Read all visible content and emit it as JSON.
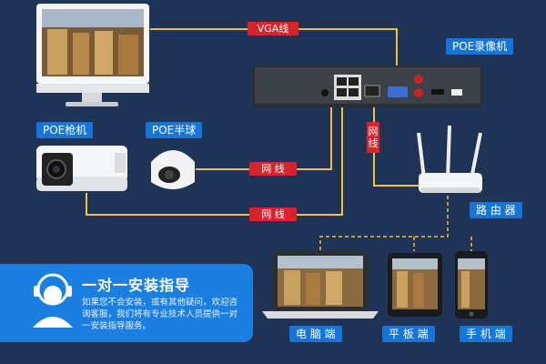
{
  "labels": {
    "vga_cable": "VGA线",
    "nvr": "POE录像机",
    "poe_bullet": "POE枪机",
    "poe_dome": "POE半球",
    "net_cable_1": "网 线",
    "net_cable_2": "网 线",
    "net_cable_vertical": "网线",
    "router": "路 由 器",
    "pc": "电 脑 端",
    "tablet": "平 板 端",
    "phone": "手 机 端"
  },
  "help": {
    "title": "一对一安装指导",
    "text": "如果您不会安装，或有其他疑问，欢迎咨询客服，我们将有专业技术人员提供一对一安装指导服务。"
  },
  "colors": {
    "background": "#1f3357",
    "cable_yellow": "#f2c230",
    "label_red": "#d8242a",
    "label_blue": "#1675d8"
  }
}
